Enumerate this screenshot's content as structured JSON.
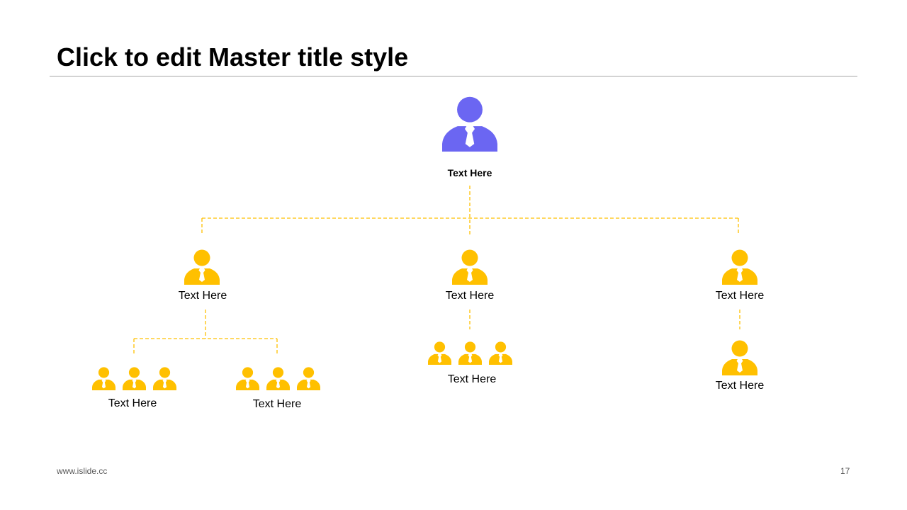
{
  "slide": {
    "title": "Click to edit Master title style",
    "footer_url": "www.islide.cc",
    "page_number": "17"
  },
  "colors": {
    "root_person": "#6b66f2",
    "member_person": "#ffc000",
    "connector": "#ffc000",
    "title_rule": "#a6a6a6"
  },
  "icons": {
    "person": "person-icon",
    "group": "person-group-icon"
  },
  "org": {
    "root": {
      "label": "Text Here"
    },
    "level2": [
      {
        "label": "Text Here"
      },
      {
        "label": "Text Here"
      },
      {
        "label": "Text Here"
      }
    ],
    "level3": [
      {
        "label": "Text Here"
      },
      {
        "label": "Text Here"
      },
      {
        "label": "Text Here"
      },
      {
        "label": "Text Here"
      }
    ]
  }
}
